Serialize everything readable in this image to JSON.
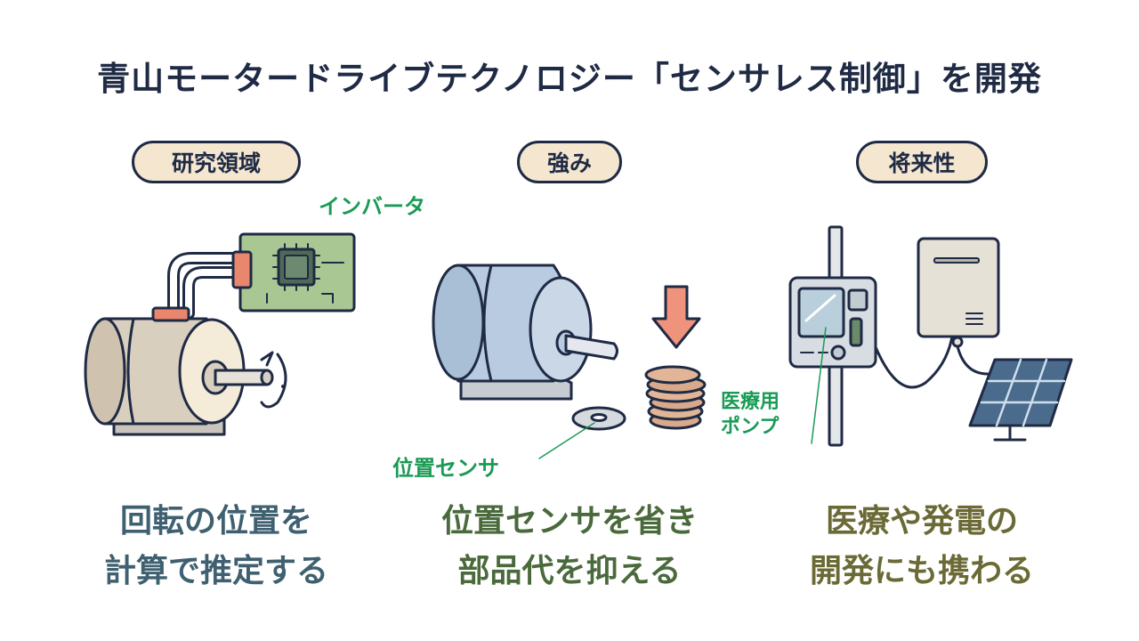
{
  "title": "青山モータードライブテクノロジー「センサレス制御」を開発",
  "columns": [
    {
      "heading": "研究領域",
      "caption_line1": "回転の位置を",
      "caption_line2": "計算で推定する"
    },
    {
      "heading": "強み",
      "caption_line1": "位置センサを省き",
      "caption_line2": "部品代を抑える"
    },
    {
      "heading": "将来性",
      "caption_line1": "医療や発電の",
      "caption_line2": "開発にも携わる"
    }
  ],
  "labels": {
    "inverter": "インバータ",
    "position_sensor": "位置センサ",
    "medical_pump_line1": "医療用",
    "medical_pump_line2": "ポンプ"
  },
  "colors": {
    "outline": "#1f2a44",
    "pill_fill": "#f4e6cf",
    "label_green": "#1a9a55",
    "caption_1": "#3f6070",
    "caption_2": "#4a6a3c",
    "caption_3": "#6b6a36"
  }
}
